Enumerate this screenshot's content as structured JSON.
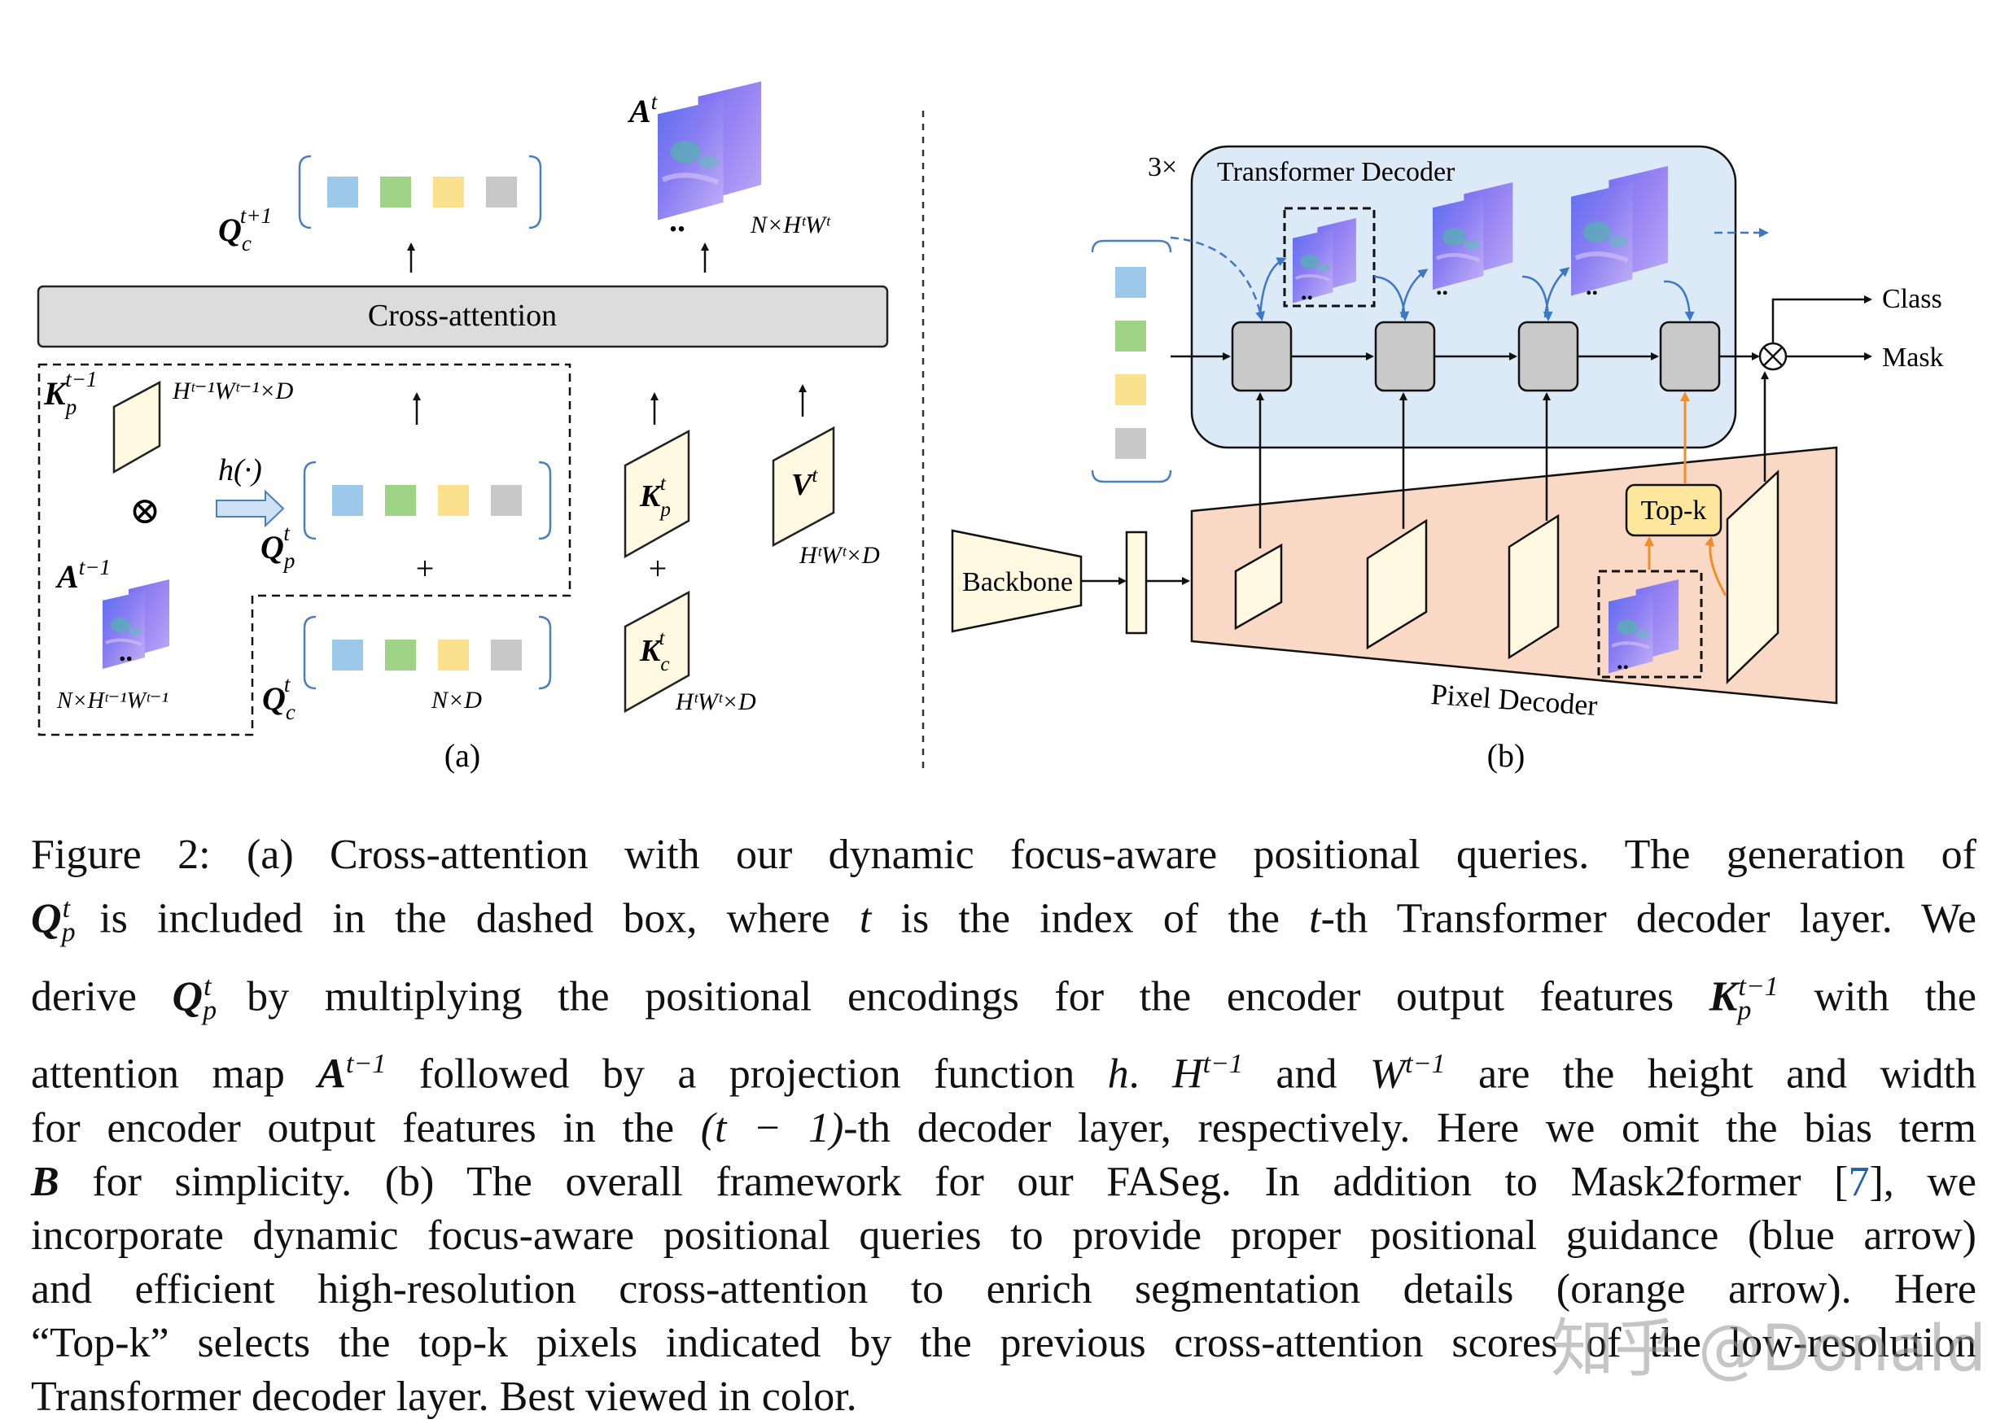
{
  "panel_a": {
    "label": "(a)",
    "cross_attention": "Cross-attention",
    "q_c_next": {
      "base": "Q",
      "sub": "c",
      "sup": "t+1"
    },
    "attn_map": {
      "base": "A",
      "sup": "t"
    },
    "attn_shape": "N×HᵗWᵗ",
    "k_p_prev": {
      "base": "K",
      "sub": "p",
      "sup": "t−1"
    },
    "k_p_prev_shape": "Hᵗ⁻¹Wᵗ⁻¹×D",
    "otimes": "⊗",
    "h_func": "h(·)",
    "q_p": {
      "base": "Q",
      "sub": "p",
      "sup": "t"
    },
    "attn_prev": {
      "base": "A",
      "sup": "t−1"
    },
    "attn_prev_shape": "N×Hᵗ⁻¹Wᵗ⁻¹",
    "plus": "+",
    "q_c": {
      "base": "Q",
      "sub": "c",
      "sup": "t"
    },
    "q_c_shape": "N×D",
    "k_p": {
      "base": "K",
      "sub": "p",
      "sup": "t"
    },
    "k_c": {
      "base": "K",
      "sub": "c",
      "sup": "t"
    },
    "k_shape": "HᵗWᵗ×D",
    "v": {
      "base": "V",
      "sup": "t"
    },
    "v_shape": "HᵗWᵗ×D",
    "dots": ".."
  },
  "panel_b": {
    "label": "(b)",
    "repeat": "3×",
    "transformer_decoder": "Transformer Decoder",
    "class_label": "Class",
    "mask_label": "Mask",
    "backbone": "Backbone",
    "pixel_decoder": "Pixel Decoder",
    "topk": "Top-k",
    "otimes": "⊗",
    "dots": ".."
  },
  "colors": {
    "query_blue": "#9cc8ea",
    "query_green": "#9fd486",
    "query_yellow": "#fbe08e",
    "query_gray": "#c8c8c8",
    "decoder_bg": "#dce9f7",
    "pixel_decoder_bg": "#fad8c6",
    "feature_fill": "#fff9e2",
    "topk_fill": "#fce79c",
    "blue_arrow": "#3c78c8",
    "orange_arrow": "#f28c28",
    "bracket_blue": "#4a7fc0"
  },
  "caption": {
    "l1": {
      "a": "Figure 2: (a) Cross-attention with our dynamic focus-aware positional queries. The generation of"
    },
    "l2": {
      "a": " is included in the dashed box, where ",
      "t": "t",
      "b": " is the index of the ",
      "t2": "t",
      "c": "-th Transformer decoder layer. We"
    },
    "l3": {
      "a": "derive ",
      "b": " by multiplying the positional encodings for the encoder output features ",
      "c": " with the"
    },
    "l4": {
      "a": "attention map ",
      "b": " followed by a projection function ",
      "h": "h",
      "c": ". ",
      "d": " and ",
      "e": " are the height and width"
    },
    "l5": {
      "a": "for encoder output features in the ",
      "m": "(t − 1)",
      "b": "-th decoder layer, respectively. Here we omit the bias term"
    },
    "l6": {
      "B": "B",
      "a": " for simplicity. (b) The overall framework for our FASeg. In addition to Mask2former [",
      "cite": "7",
      "b": "], we"
    },
    "l7": {
      "a": "incorporate dynamic focus-aware positional queries to provide proper positional guidance (blue arrow)"
    },
    "l8": {
      "a": "and efficient high-resolution cross-attention to enrich segmentation details (orange arrow). Here"
    },
    "l9": {
      "a": "“Top-k” selects the top-k pixels indicated by the previous cross-attention scores of the low-resolution"
    },
    "l10": {
      "a": "Transformer decoder layer. Best viewed in color."
    }
  },
  "watermark": "知乎 @Donald"
}
